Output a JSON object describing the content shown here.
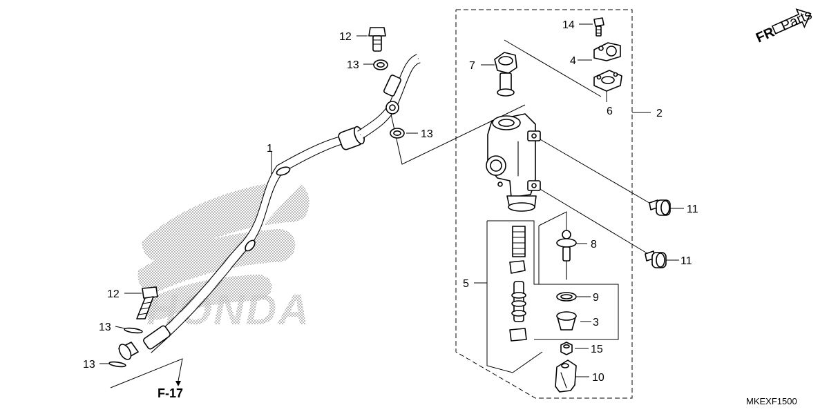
{
  "diagram": {
    "code": "MKEXF1500",
    "page_ref": "F-17",
    "front_indicator": "FR",
    "watermark": {
      "brand": "HONDA",
      "corner_text": "Parts"
    },
    "callouts": [
      {
        "id": "c1",
        "label": "1"
      },
      {
        "id": "c2",
        "label": "2"
      },
      {
        "id": "c3",
        "label": "3"
      },
      {
        "id": "c4",
        "label": "4"
      },
      {
        "id": "c5",
        "label": "5"
      },
      {
        "id": "c6",
        "label": "6"
      },
      {
        "id": "c7",
        "label": "7"
      },
      {
        "id": "c8",
        "label": "8"
      },
      {
        "id": "c9",
        "label": "9"
      },
      {
        "id": "c10",
        "label": "10"
      },
      {
        "id": "c11a",
        "label": "11"
      },
      {
        "id": "c11b",
        "label": "11"
      },
      {
        "id": "c12a",
        "label": "12"
      },
      {
        "id": "c12b",
        "label": "12"
      },
      {
        "id": "c13a",
        "label": "13"
      },
      {
        "id": "c13b",
        "label": "13"
      },
      {
        "id": "c13c",
        "label": "13"
      },
      {
        "id": "c13d",
        "label": "13"
      },
      {
        "id": "c14",
        "label": "14"
      },
      {
        "id": "c15",
        "label": "15"
      }
    ]
  }
}
